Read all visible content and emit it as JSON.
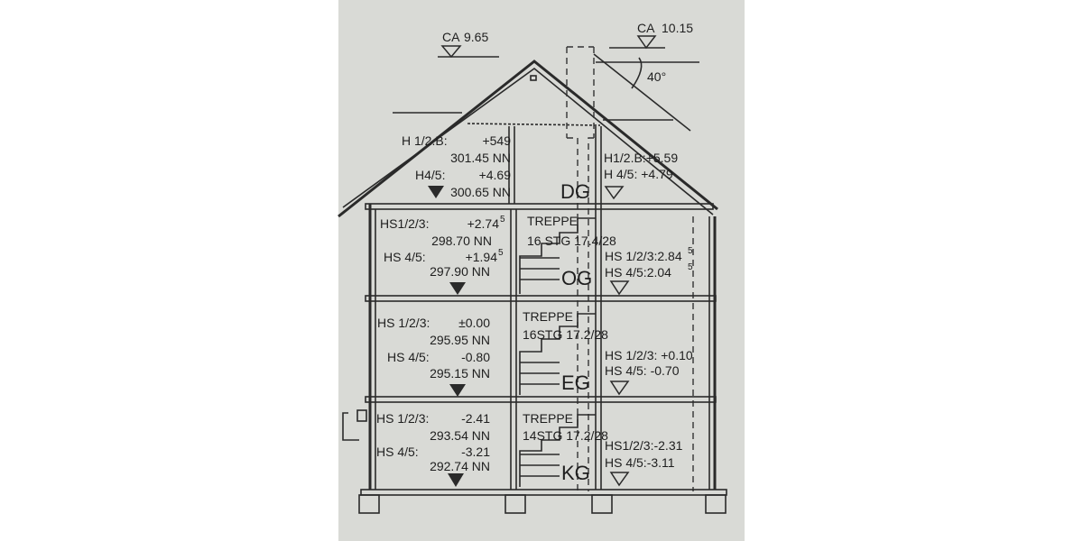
{
  "drawing": {
    "paper_color": "#d9dad6",
    "ridge_levels": [
      {
        "label": "CA",
        "value": "9.65"
      },
      {
        "label": "CA",
        "value": "10.15"
      }
    ],
    "roof_angle": "40°",
    "floors": {
      "dg": {
        "name": "DG",
        "left": {
          "l1": "H 1/2.B:",
          "v1": "+549",
          "nn1": "301.45 NN",
          "l2": "H4/5:",
          "v2": "+4.69",
          "nn2": "300.65 NN"
        },
        "right": {
          "r1": "H1/2.B:+5.59",
          "r2": "H 4/5: +4.79"
        }
      },
      "og": {
        "name": "OG",
        "left": {
          "l1": "HS1/2/3:",
          "v1": "+2.74",
          "s1": "5",
          "nn1": "298.70 NN",
          "l2": "HS 4/5:",
          "v2": "+1.94",
          "s2": "5",
          "nn2": "297.90 NN"
        },
        "stair": {
          "title": "TREPPE",
          "spec": "16 STG 17.4/28"
        },
        "right": {
          "r1": "HS 1/2/3:2.84",
          "s1": "5",
          "r2": "HS  4/5:2.04",
          "s2": "5"
        }
      },
      "eg": {
        "name": "EG",
        "left": {
          "l1": "HS 1/2/3:",
          "v1": "±0.00",
          "nn1": "295.95 NN",
          "l2": "HS 4/5:",
          "v2": "-0.80",
          "nn2": "295.15 NN"
        },
        "stair": {
          "title": "TREPPE",
          "spec": "16STG 17.2/28"
        },
        "right": {
          "r1": "HS 1/2/3: +0.10",
          "r2": "HS  4/5: -0.70"
        }
      },
      "kg": {
        "name": "KG",
        "left": {
          "l1": "HS 1/2/3:",
          "v1": "-2.41",
          "nn1": "293.54 NN",
          "l2": "HS 4/5:",
          "v2": "-3.21",
          "nn2": "292.74 NN"
        },
        "stair": {
          "title": "TREPPE",
          "spec": "14STG 17.2/28"
        },
        "right": {
          "r1": "HS1/2/3:-2.31",
          "r2": "HS  4/5:-3.11"
        }
      }
    }
  }
}
